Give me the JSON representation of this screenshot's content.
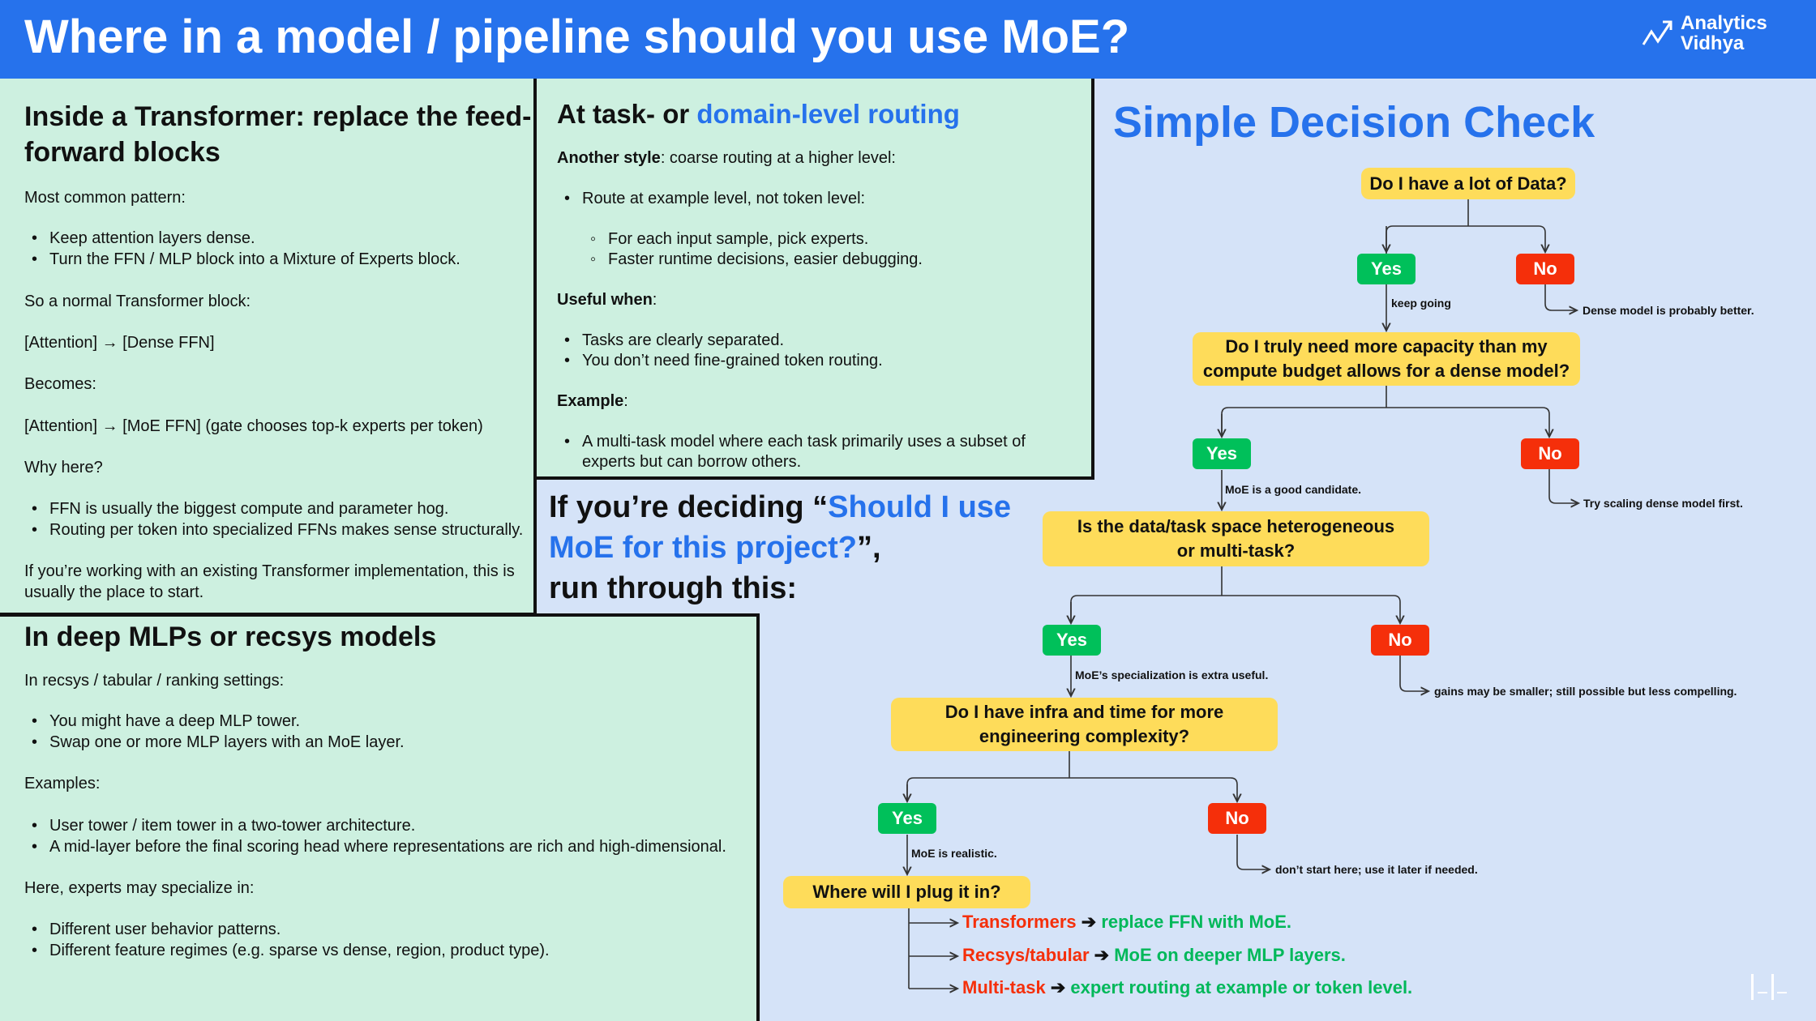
{
  "header": {
    "title": "Where in a model / pipeline should you use MoE?",
    "logo": "Analytics Vidhya",
    "logo_line1": "Analytics",
    "logo_line2": "Vidhya"
  },
  "transformer": {
    "title_1": "Inside a Transformer: replace the feed-",
    "title_2": "forward blocks",
    "lines": [
      "Most common pattern:",
      "Keep attention layers dense.",
      "Turn the FFN / MLP block into a Mixture of Experts block.",
      "So a normal Transformer block:",
      "[Attention] → [Dense FFN]",
      "Becomes:",
      "[Attention] → [MoE FFN] (gate chooses top-k experts per token)",
      "Why here?",
      "FFN is usually the biggest compute and parameter hog.",
      "Routing per token into specialized FFNs makes sense structurally.",
      "If you’re working with an existing Transformer implementation, this is",
      "usually the place to start."
    ]
  },
  "task_routing": {
    "title_a": "At task- or ",
    "title_b": "domain-level routing",
    "another_style": "Another style",
    "another_rest": ": coarse routing at a higher level:",
    "lines": [
      "Route at example level, not token level:",
      "For each input sample, pick experts.",
      "Faster runtime decisions, easier debugging.",
      "Tasks are clearly separated.",
      "You don’t need fine-grained token routing.",
      "A multi-task model where each task primarily uses a subset of",
      "experts but can borrow others."
    ],
    "useful_when": "Useful when",
    "example": "Example",
    "colon": ":"
  },
  "mlp": {
    "title": "In deep MLPs or recsys models",
    "lines": [
      "In recsys / tabular / ranking settings:",
      "You might have a deep MLP tower.",
      "Swap one or more MLP layers with an MoE layer.",
      "Examples:",
      "User tower / item tower in a two-tower architecture.",
      "A mid-layer before the final scoring head where representations are rich and high-dimensional.",
      "Here, experts may specialize in:",
      "Different user behavior patterns.",
      "Different feature regimes (e.g. sparse vs dense, region, product type)."
    ]
  },
  "deciding": {
    "a": "If you’re deciding “",
    "b": "Should I use",
    "c": "MoE for this project?",
    "d": "”,",
    "e": "run through this:"
  },
  "decision": {
    "title": "Simple Decision Check",
    "yes": "Yes",
    "no": "No",
    "q1": "Do I have a lot of Data?",
    "q1_yes": "keep going",
    "q1_no": "Dense model is probably better.",
    "q2": "Do I truly need more capacity than my compute budget allows for a dense model?",
    "q2_yes": "MoE is a good candidate.",
    "q2_no": "Try scaling dense model first.",
    "q3": "Is the data/task space heterogeneous or multi-task?",
    "q3_yes": "MoE’s specialization is extra useful.",
    "q3_no": "gains may be smaller; still possible but less compelling.",
    "q4": "Do I have infra and time for more engineering complexity?",
    "q4_yes": "MoE is realistic.",
    "q4_no": "don’t start here; use it later if needed.",
    "q5": "Where will I plug it in?",
    "options": [
      {
        "key": "Transformers",
        "value": "replace FFN with MoE."
      },
      {
        "key": "Recsys/tabular",
        "value": "MoE on deeper MLP layers."
      },
      {
        "key": "Multi-task",
        "value": "expert routing at example or token level."
      }
    ],
    "arrow": "➔"
  },
  "colors": {
    "header": "#2672ec",
    "panel": "#cdf0e0",
    "background": "#d5e3f8",
    "question": "#fedc5a",
    "yes": "#00c05a",
    "no": "#f52f0a"
  }
}
